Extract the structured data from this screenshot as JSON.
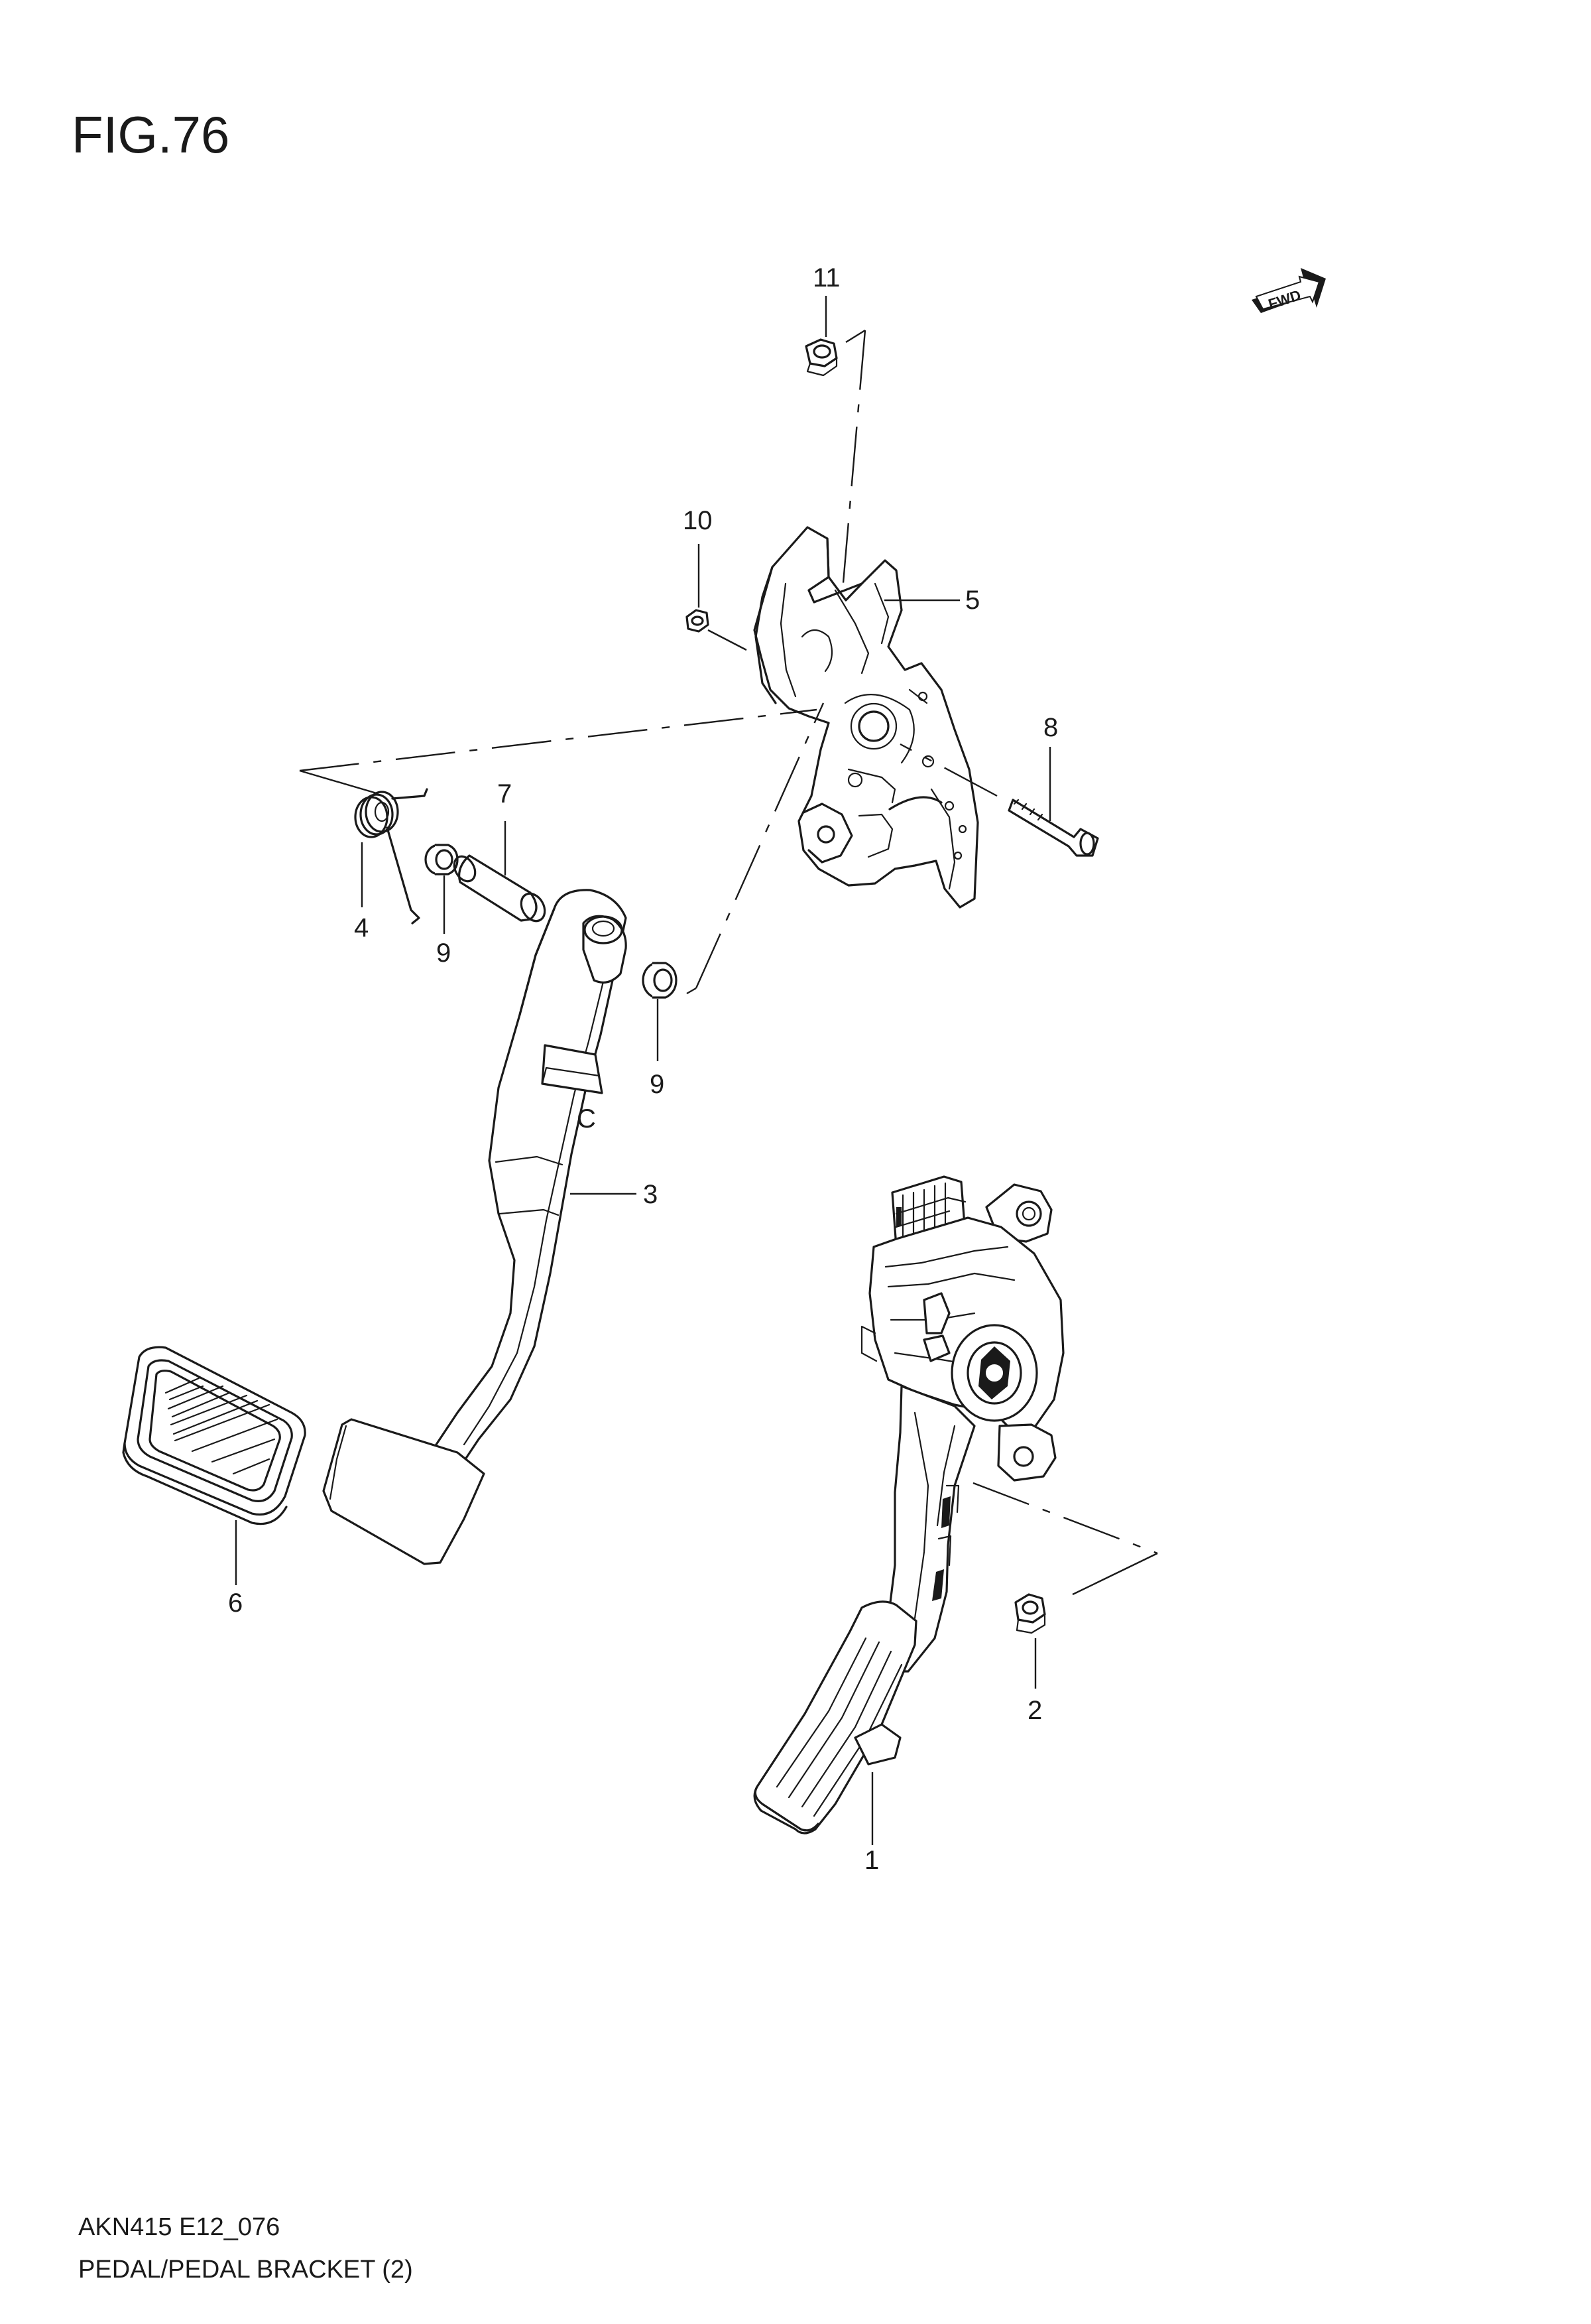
{
  "figure": {
    "title": "FIG.76"
  },
  "fwd_label": "FWD",
  "callouts": {
    "p1": "1",
    "p2": "2",
    "p3": "3",
    "p4": "4",
    "p5": "5",
    "p6": "6",
    "p7": "7",
    "p8": "8",
    "p9a": "9",
    "p9b": "9",
    "p10": "10",
    "p11": "11"
  },
  "footer": {
    "code": "AKN415 E12_076",
    "caption": "PEDAL/PEDAL BRACKET (2)"
  }
}
